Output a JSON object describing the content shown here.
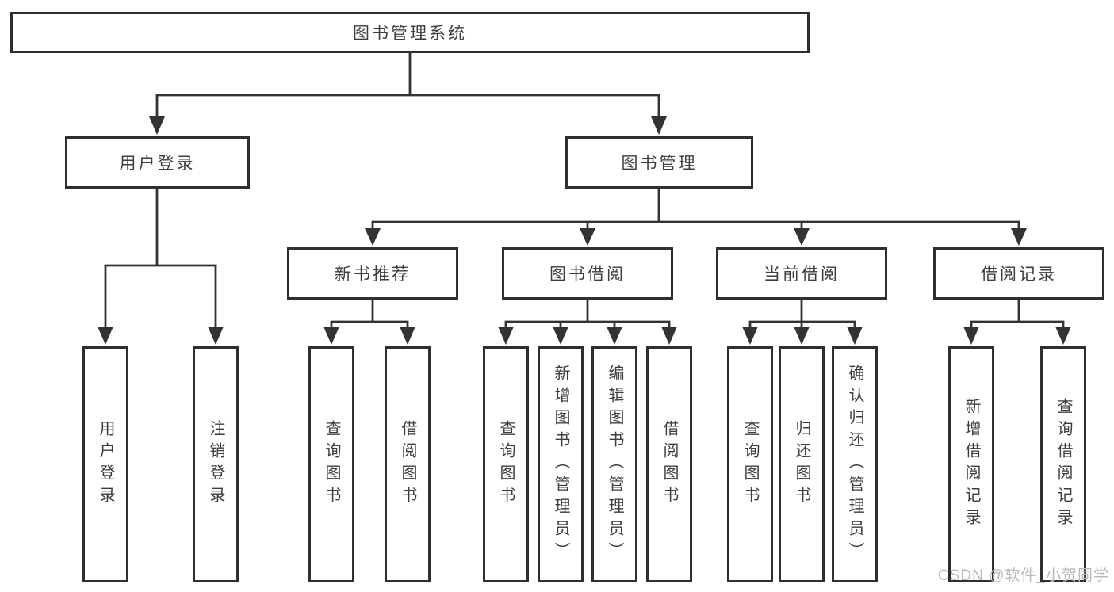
{
  "diagram_type": "hierarchy-tree",
  "colors": {
    "line": "#333333",
    "border": "#2f2f2f",
    "text": "#3d3d3d",
    "watermark": "#b9b9b9",
    "background": "#ffffff"
  },
  "tree": {
    "label": "图书管理系统",
    "children": [
      {
        "label": "用户登录",
        "children": [
          {
            "label": "用户登录"
          },
          {
            "label": "注销登录"
          }
        ]
      },
      {
        "label": "图书管理",
        "children": [
          {
            "label": "新书推荐",
            "children": [
              {
                "label": "查询图书"
              },
              {
                "label": "借阅图书"
              }
            ]
          },
          {
            "label": "图书借阅",
            "children": [
              {
                "label": "查询图书"
              },
              {
                "label": "新增图书（管理员）"
              },
              {
                "label": "编辑图书（管理员）"
              },
              {
                "label": "借阅图书"
              }
            ]
          },
          {
            "label": "当前借阅",
            "children": [
              {
                "label": "查询图书"
              },
              {
                "label": "归还图书"
              },
              {
                "label": "确认归还（管理员）"
              }
            ]
          },
          {
            "label": "借阅记录",
            "children": [
              {
                "label": "新增借阅记录"
              },
              {
                "label": "查询借阅记录"
              }
            ]
          }
        ]
      }
    ]
  },
  "watermark": "CSDN @软件_小贺同学"
}
